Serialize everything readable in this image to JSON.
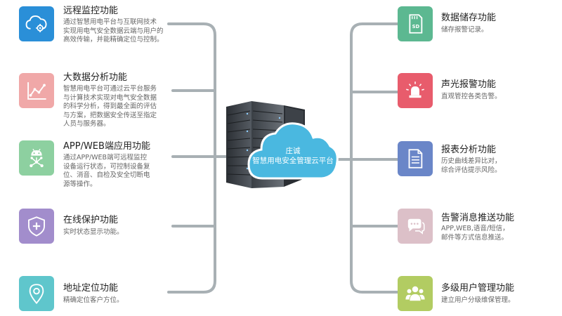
{
  "center": {
    "line1": "庄诚",
    "line2": "智慧用电安全管理云平台"
  },
  "left": [
    {
      "title": "远程监控功能",
      "desc": [
        "通过智慧用电平台与互联网技术",
        "实现用电气安全数据云端与用户的",
        "高效传输，并能精确定位与控制。"
      ],
      "color": "#2a8fd8",
      "icon": "cloud-gear-icon"
    },
    {
      "title": "大数据分析功能",
      "desc": [
        "智慧用电平台可通过云平台服务",
        "与计算技术实现对电气安全数据",
        "的科学分析，得到最全面的评估",
        "与方案，把数据安全传送至指定",
        "人员与服务器。"
      ],
      "color": "#f0a8a8",
      "icon": "line-chart-icon"
    },
    {
      "title": "APP/WEB端应用功能",
      "desc": [
        "通过APP/WEB端可远程监控",
        "设备运行状态，可控制设备复",
        "位、消音、自检及安全切断电",
        "源等操作。"
      ],
      "color": "#8dd0a0",
      "icon": "android-icon"
    },
    {
      "title": "在线保护功能",
      "desc": [
        "实时状态显示功能。"
      ],
      "color": "#a28dcc",
      "icon": "shield-plus-icon"
    },
    {
      "title": "地址定位功能",
      "desc": [
        "精确定位客户方位。"
      ],
      "color": "#5fc6cc",
      "icon": "location-pin-icon"
    }
  ],
  "right": [
    {
      "title": "数据储存功能",
      "desc": [
        "储存报警记录。"
      ],
      "color": "#5cb891",
      "icon": "sd-card-icon"
    },
    {
      "title": "声光报警功能",
      "desc": [
        "直观管控各类告警。"
      ],
      "color": "#e85c6c",
      "icon": "alarm-light-icon"
    },
    {
      "title": "报表分析功能",
      "desc": [
        "历史曲线差异比对，",
        "综合评估提示风险。"
      ],
      "color": "#6a86c8",
      "icon": "document-icon"
    },
    {
      "title": "告警消息推送功能",
      "desc": [
        "APP,WEB,语音/短信，",
        "邮件等方式信息推送。"
      ],
      "color": "#dcc0c8",
      "icon": "chat-bubble-icon"
    },
    {
      "title": "多级用户管理功能",
      "desc": [
        "建立用户分级维保管理。"
      ],
      "color": "#b2cc62",
      "icon": "users-icon"
    }
  ]
}
